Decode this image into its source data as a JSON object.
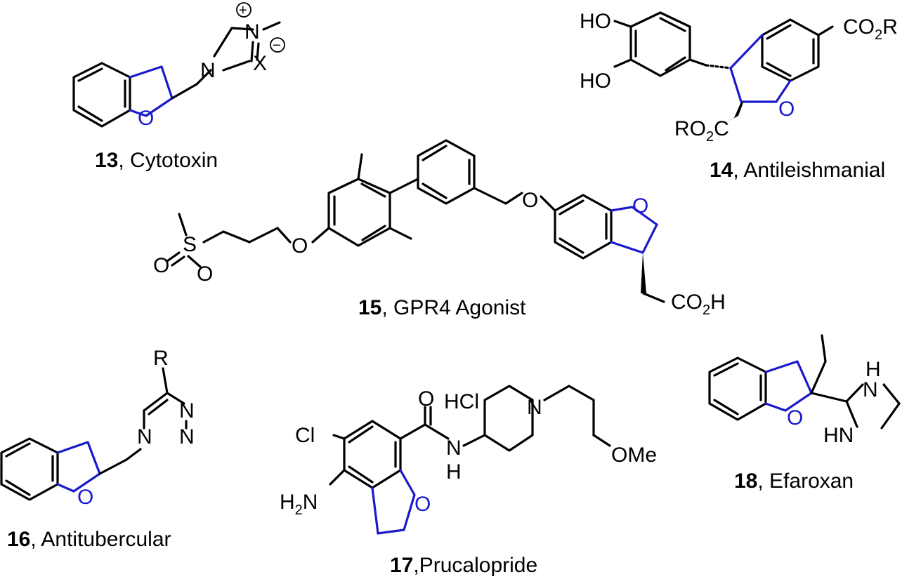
{
  "compounds": [
    {
      "number": "13",
      "separator": ", ",
      "name": "Cytotoxin"
    },
    {
      "number": "14",
      "separator": ", ",
      "name": "Antileishmanial"
    },
    {
      "number": "15",
      "separator": ", ",
      "name": "GPR4 Agonist"
    },
    {
      "number": "16",
      "separator": ", ",
      "name": "Antitubercular"
    },
    {
      "number": "17",
      "separator": ",",
      "name": "Prucalopride"
    },
    {
      "number": "18",
      "separator": ", ",
      "name": "Efaroxan"
    }
  ],
  "atoms": {
    "o": "O",
    "n": "N",
    "h": "H",
    "nh": "NH",
    "hn": "HN",
    "x": "X",
    "s": "S",
    "r": "R",
    "cl": "Cl",
    "hcl": "HCl",
    "ho": "HO",
    "ome": "OMe",
    "co": "CO",
    "co_r": "R",
    "ro": "RO",
    "c": "C",
    "co2h_h": "H",
    "h2n_h": "H",
    "h2n_n": "N",
    "two": "2",
    "plus": "+",
    "minus": "−"
  },
  "colors": {
    "dihydrobenzofuran_ring": "#1a1acc",
    "bonds": "#000000"
  }
}
